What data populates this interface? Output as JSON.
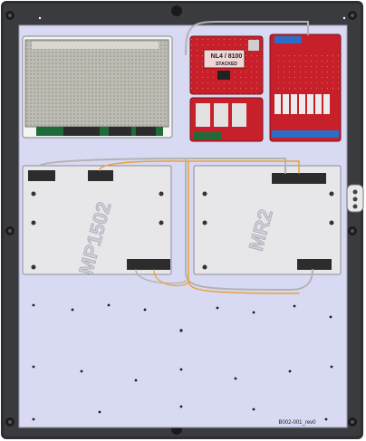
{
  "boards": {
    "nl4_label_line1": "NL4 / 8100",
    "nl4_label_line2": "STACKED",
    "mp_module_label": "MP1502",
    "mr_module_label": "MR2"
  },
  "footer": {
    "part_number": "B002-001_rev0"
  },
  "colors": {
    "enclosure": "#2e2f32",
    "backplate": "#d8d9f2",
    "pcb_red": "#c8202a",
    "power_supply_mesh": "#b7b6ae",
    "pcb_green": "#1f6b3a",
    "wire_gray": "#b3b3b3",
    "wire_orange": "#e8a13a"
  }
}
